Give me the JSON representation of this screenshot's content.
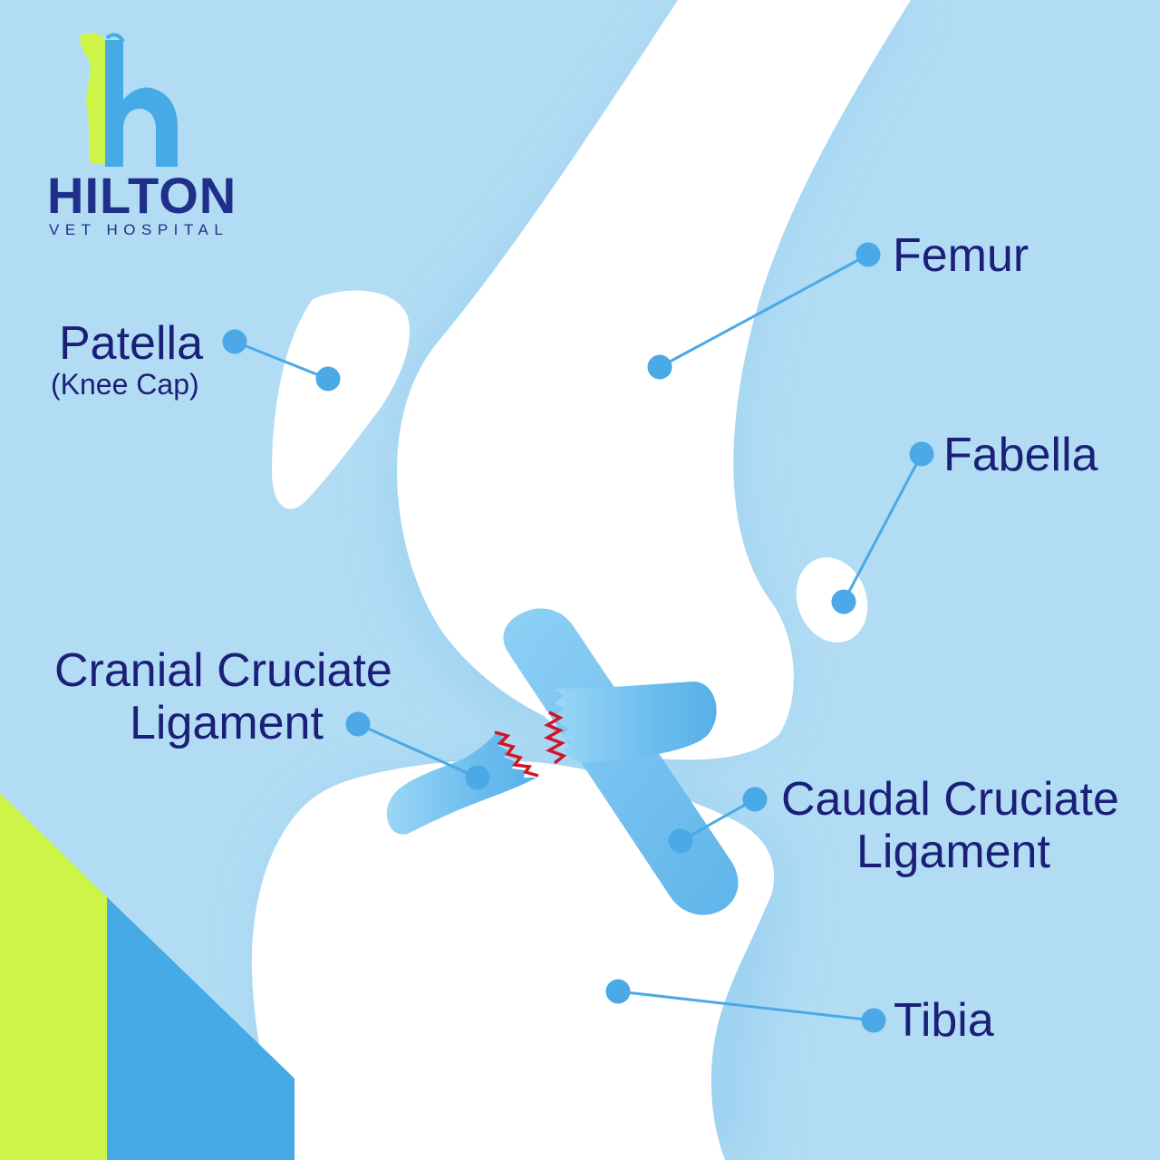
{
  "brand": {
    "name": "HILTON",
    "tagline": "VET HOSPITAL",
    "logo_icon": "dog-silhouette-h-icon"
  },
  "labels": {
    "femur": "Femur",
    "patella": "Patella",
    "patella_note": "(Knee Cap)",
    "fabella": "Fabella",
    "cranial_line1": "Cranial Cruciate",
    "cranial_line2": "Ligament",
    "caudal_line1": "Caudal Cruciate",
    "caudal_line2": "Ligament",
    "tibia": "Tibia"
  },
  "colors": {
    "background": "#b2dcf4",
    "bone": "#ffffff",
    "ligament": "#6cbdee",
    "pointer": "#4aa9e6",
    "text": "#1b1f78",
    "tear": "#d2142a",
    "accent_lime": "#cdf548",
    "accent_blue": "#46aae6"
  }
}
